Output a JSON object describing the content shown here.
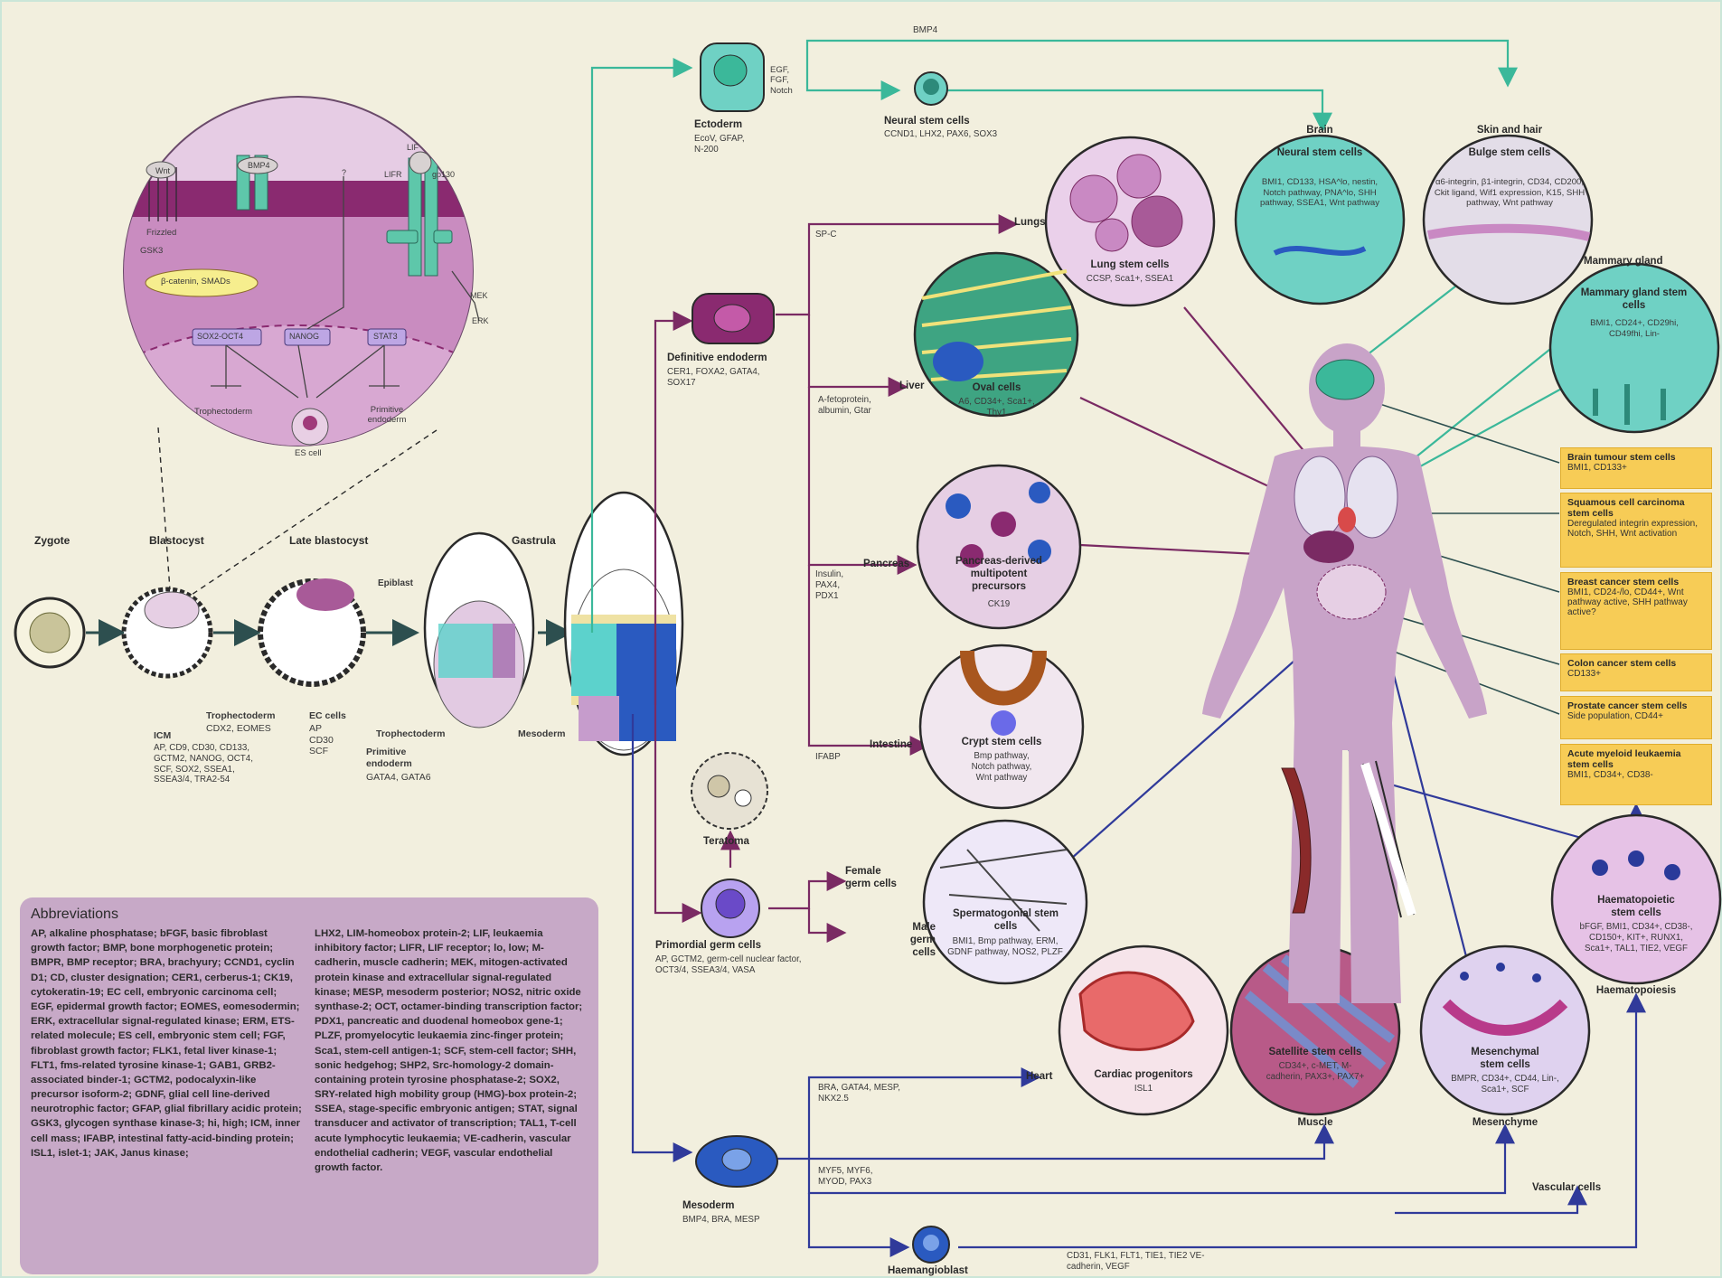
{
  "top_label": "BMP4",
  "development": {
    "zygote": "Zygote",
    "blastocyst": "Blastocyst",
    "late_blastocyst": "Late blastocyst",
    "gastrula": "Gastrula",
    "epiblast": "Epiblast",
    "icm_title": "ICM",
    "icm_markers": "AP, CD9, CD30, CD133, GCTM2, NANOG, OCT4, SCF, SOX2, SSEA1, SSEA3/4, TRA2-54",
    "trophectoderm_title": "Trophectoderm",
    "trophectoderm_markers": "CDX2, EOMES",
    "ec_title": "EC cells",
    "ec_markers": "AP CD30 SCF",
    "trophectoderm2": "Trophectoderm",
    "primitive_endoderm_title": "Primitive endoderm",
    "primitive_endoderm_markers": "GATA4, GATA6",
    "mesoderm_small": "Mesoderm"
  },
  "signalling": {
    "wnt": "Wnt",
    "bmp4": "BMP4",
    "lif": "LIF",
    "lifr": "LIFR",
    "gp130": "gp130",
    "frizzled": "Frizzled",
    "gsk3": "GSK3",
    "beta_catenin": "β-catenin, SMADs",
    "sox2_oct4": "SOX2-OCT4",
    "nanog": "NANOG",
    "stat3": "STAT3",
    "mek": "MEK",
    "erk": "ERK",
    "question": "?",
    "trophectoderm": "Trophectoderm",
    "primitive_endoderm": "Primitive endoderm",
    "es_cell": "ES cell"
  },
  "germ_layers": {
    "ectoderm_title": "Ectoderm",
    "ectoderm_markers": "EcoV, GFAP, N-200",
    "ectoderm_factors": "EGF, FGF, Notch",
    "neural_title": "Neural stem cells",
    "neural_markers": "CCND1, LHX2, PAX6, SOX3",
    "endoderm_title": "Definitive endoderm",
    "endoderm_markers": "CER1, FOXA2, GATA4, SOX17",
    "primordial_title": "Primordial germ cells",
    "primordial_markers": "AP, GCTM2, germ-cell nuclear factor, OCT3/4, SSEA3/4, VASA",
    "teratoma": "Teratoma",
    "female_germ": "Female germ cells",
    "male_germ": "Male germ cells",
    "mesoderm_title": "Mesoderm",
    "mesoderm_markers": "BMP4, BRA, MESP",
    "haemangioblast": "Haemangioblast",
    "haemangioblast_markers": "CD31, FLK1, FLT1, TIE1, TIE2 VE-cadherin, VEGF"
  },
  "endoderm_branches": {
    "spc": "SP-C",
    "lungs": "Lungs",
    "liver_markers": "A-fetoprotein, albumin, Gtar",
    "liver": "Liver",
    "pancreas_markers": "Insulin, PAX4, PDX1",
    "pancreas": "Pancreas",
    "ifabp": "IFABP",
    "intestine": "Intestine"
  },
  "mesoderm_branches": {
    "heart_markers": "BRA, GATA4, MESP, NKX2.5",
    "heart": "Heart",
    "muscle_markers": "MYF5, MYF6, MYOD, PAX3",
    "vascular": "Vascular cells"
  },
  "circles": {
    "lung_title": "Lung stem cells",
    "lung_markers": "CCSP, Sca1+, SSEA1",
    "oval_title": "Oval cells",
    "oval_markers": "A6, CD34+, Sca1+, Thy1",
    "pancreas_title": "Pancreas-derived multipotent precursors",
    "pancreas_markers": "CK19",
    "crypt_title": "Crypt stem cells",
    "crypt_markers": "Bmp pathway, Notch pathway, Wnt pathway",
    "sperm_title": "Spermatogonial stem cells",
    "sperm_markers": "BMI1, Bmp pathway, ERM, GDNF pathway, NOS2, PLZF",
    "cardiac_title": "Cardiac progenitors",
    "cardiac_markers": "ISL1",
    "satellite_title": "Satellite stem cells",
    "satellite_markers": "CD34+, c-MET, M-cadherin, PAX3+, PAX7+",
    "muscle_label": "Muscle",
    "mesen_title": "Mesenchymal stem cells",
    "mesen_markers": "BMPR, CD34+, CD44, Lin-, Sca1+, SCF",
    "mesen_label": "Mesenchyme",
    "haem_title": "Haematopoietic stem cells",
    "haem_markers": "bFGF, BMI1, CD34+, CD38-, CD150+, KIT+, RUNX1, Sca1+, TAL1, TIE2, VEGF",
    "haem_label": "Haematopoiesis",
    "brain_label": "Brain",
    "neural_title": "Neural stem cells",
    "neural_markers": "BMI1, CD133, HSA^lo, nestin, Notch pathway, PNA^lo, SHH pathway, SSEA1, Wnt pathway",
    "skin_label": "Skin and hair",
    "bulge_title": "Bulge stem cells",
    "bulge_markers": "α6-integrin, β1-integrin, CD34, CD200, Ckit ligand, Wif1 expression, K15, SHH pathway, Wnt pathway",
    "mammary_label": "Mammary gland",
    "mammary_title": "Mammary gland stem cells",
    "mammary_markers": "BMI1, CD24+, CD29hi, CD49fhi, Lin-"
  },
  "cancer_boxes": [
    {
      "title": "Brain tumour stem cells",
      "desc": "BMI1, CD133+"
    },
    {
      "title": "Squamous cell carcinoma stem cells",
      "desc": "Deregulated integrin expression, Notch, SHH, Wnt activation"
    },
    {
      "title": "Breast cancer stem cells",
      "desc": "BMI1, CD24-/lo, CD44+, Wnt pathway active, SHH pathway active?"
    },
    {
      "title": "Colon cancer stem cells",
      "desc": "CD133+"
    },
    {
      "title": "Prostate cancer stem cells",
      "desc": "Side population, CD44+"
    },
    {
      "title": "Acute myeloid leukaemia stem cells",
      "desc": "BMI1, CD34+, CD38-"
    }
  ],
  "abbreviations": {
    "title": "Abbreviations",
    "col1": "AP, alkaline phosphatase; bFGF, basic fibroblast growth factor; BMP, bone morphogenetic protein; BMPR, BMP receptor; BRA, brachyury; CCND1, cyclin D1; CD, cluster designation; CER1, cerberus-1; CK19, cytokeratin-19; EC cell, embryonic carcinoma cell; EGF, epidermal growth factor; EOMES, eomesodermin; ERK, extracellular signal-regulated kinase; ERM, ETS-related molecule; ES cell, embryonic stem cell; FGF, fibroblast growth factor; FLK1, fetal liver kinase-1; FLT1, fms-related tyrosine kinase-1; GAB1, GRB2-associated binder-1; GCTM2, podocalyxin-like precursor isoform-2; GDNF, glial cell line-derived neurotrophic factor; GFAP, glial fibrillary acidic protein; GSK3, glycogen synthase kinase-3; hi, high; ICM, inner cell mass; IFABP, intestinal fatty-acid-binding protein; ISL1, islet-1; JAK, Janus kinase;",
    "col2": "LHX2, LIM-homeobox protein-2; LIF, leukaemia inhibitory factor; LIFR, LIF receptor; lo, low; M-cadherin, muscle cadherin; MEK, mitogen-activated protein kinase and extracellular signal-regulated kinase; MESP, mesoderm posterior; NOS2, nitric oxide synthase-2; OCT, octamer-binding transcription factor; PDX1, pancreatic and duodenal homeobox gene-1; PLZF, promyelocytic leukaemia zinc-finger protein; Sca1, stem-cell antigen-1; SCF, stem-cell factor; SHH, sonic hedgehog; SHP2, Src-homology-2 domain-containing protein tyrosine phosphatase-2; SOX2, SRY-related high mobility group (HMG)-box protein-2; SSEA, stage-specific embryonic antigen; STAT, signal transducer and activator of transcription; TAL1, T-cell acute lymphocytic leukaemia; VE-cadherin, vascular endothelial cadherin; VEGF, vascular endothelial growth factor."
  },
  "colors": {
    "background": "#f2efde",
    "teal_arrow": "#3bb89a",
    "purple_arrow": "#7a2a63",
    "blue_arrow": "#303a9a",
    "cancer_box": "#f7cc56",
    "membrane": "#8a2a70"
  }
}
